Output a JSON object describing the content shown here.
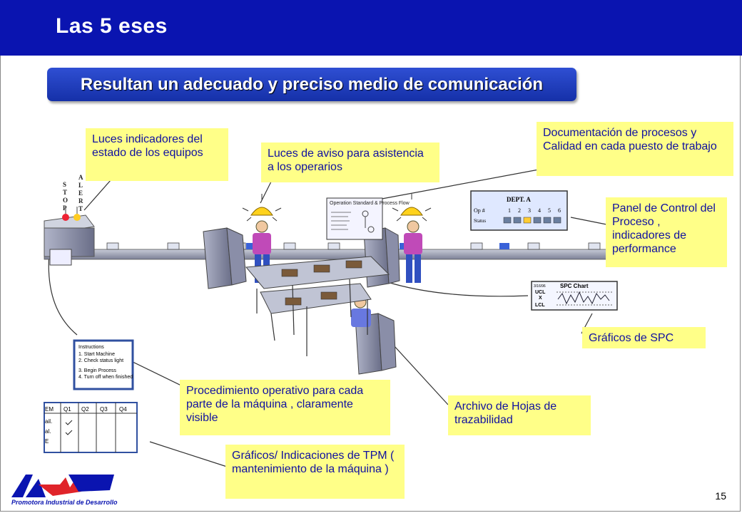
{
  "header": {
    "title": "Las 5 eses"
  },
  "subtitle": "Resultan un adecuado y preciso medio de comunicación",
  "callouts": {
    "status_lights": "Luces indicadores del estado de los equipos",
    "warning_lights": "Luces de aviso para asistencia a los operarios",
    "documentation": "Documentación de procesos y Calidad en cada puesto de trabajo",
    "control_panel": "Panel de Control del Proceso , indicadores de performance",
    "spc_charts": "Gráficos de SPC",
    "procedure": "Procedimiento operativo para cada parte de la máquina , claramente visible",
    "traceability": "Archivo de Hojas de trazabilidad",
    "tpm": "Gráficos/ Indicaciones de TPM ( mantenimiento de la máquina )"
  },
  "illustration": {
    "stop_label": "STOP",
    "alert_label": "ALERT",
    "dept_label": "DEPT. A",
    "op_label": "Op #",
    "status_label": "Status",
    "dept_numbers": [
      "1",
      "2",
      "3",
      "4",
      "5",
      "6"
    ],
    "spc_title": "SPC Chart",
    "spc_ucl": "UCL",
    "spc_x": "X",
    "spc_lcl": "LCL",
    "spc_date": "3/16/96",
    "flow_title": "Operation Standard & Process Flow",
    "instructions_title": "Instructions",
    "instructions_steps": [
      "1. Start Machine",
      "2. Check status light",
      "3. Begin Process",
      "4. Turn off when finished"
    ],
    "tpm_headers": [
      "EM",
      "Q1",
      "Q2",
      "Q3",
      "Q4"
    ],
    "tpm_rows": [
      "ail.",
      "al.",
      "E"
    ]
  },
  "logo": {
    "caption": "Promotora Industrial de Desarrollo"
  },
  "page_number": "15",
  "colors": {
    "header_bg": "#0a14b0",
    "callout_bg": "#ffff88",
    "callout_text": "#1010a0"
  }
}
